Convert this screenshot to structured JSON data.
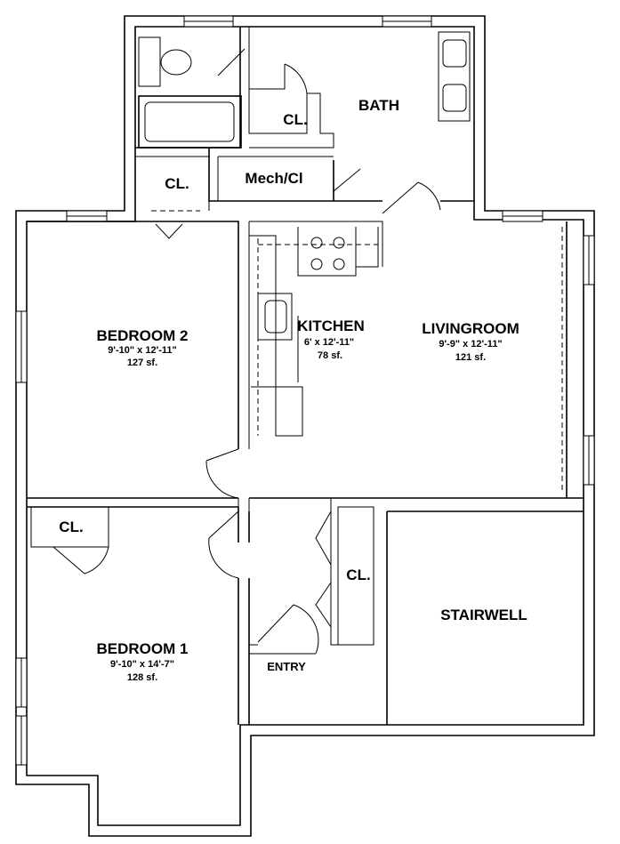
{
  "rooms": {
    "bath": {
      "name": "BATH"
    },
    "bath_closet": {
      "name": "CL."
    },
    "mech": {
      "name": "Mech/Cl"
    },
    "closet_top": {
      "name": "CL."
    },
    "bedroom2": {
      "name": "BEDROOM 2",
      "dims": "9'-10\" x 12'-11\"",
      "area": "127 sf."
    },
    "kitchen": {
      "name": "KITCHEN",
      "dims": "6' x 12'-11\"",
      "area": "78 sf."
    },
    "livingroom": {
      "name": "LIVINGROOM",
      "dims": "9'-9\" x 12'-11\"",
      "area": "121 sf."
    },
    "bedroom1_closet": {
      "name": "CL."
    },
    "hall_closet": {
      "name": "CL."
    },
    "stairwell": {
      "name": "STAIRWELL"
    },
    "entry": {
      "name": "ENTRY"
    },
    "bedroom1": {
      "name": "BEDROOM 1",
      "dims": "9'-10\" x 14'-7\"",
      "area": "128 sf."
    }
  }
}
